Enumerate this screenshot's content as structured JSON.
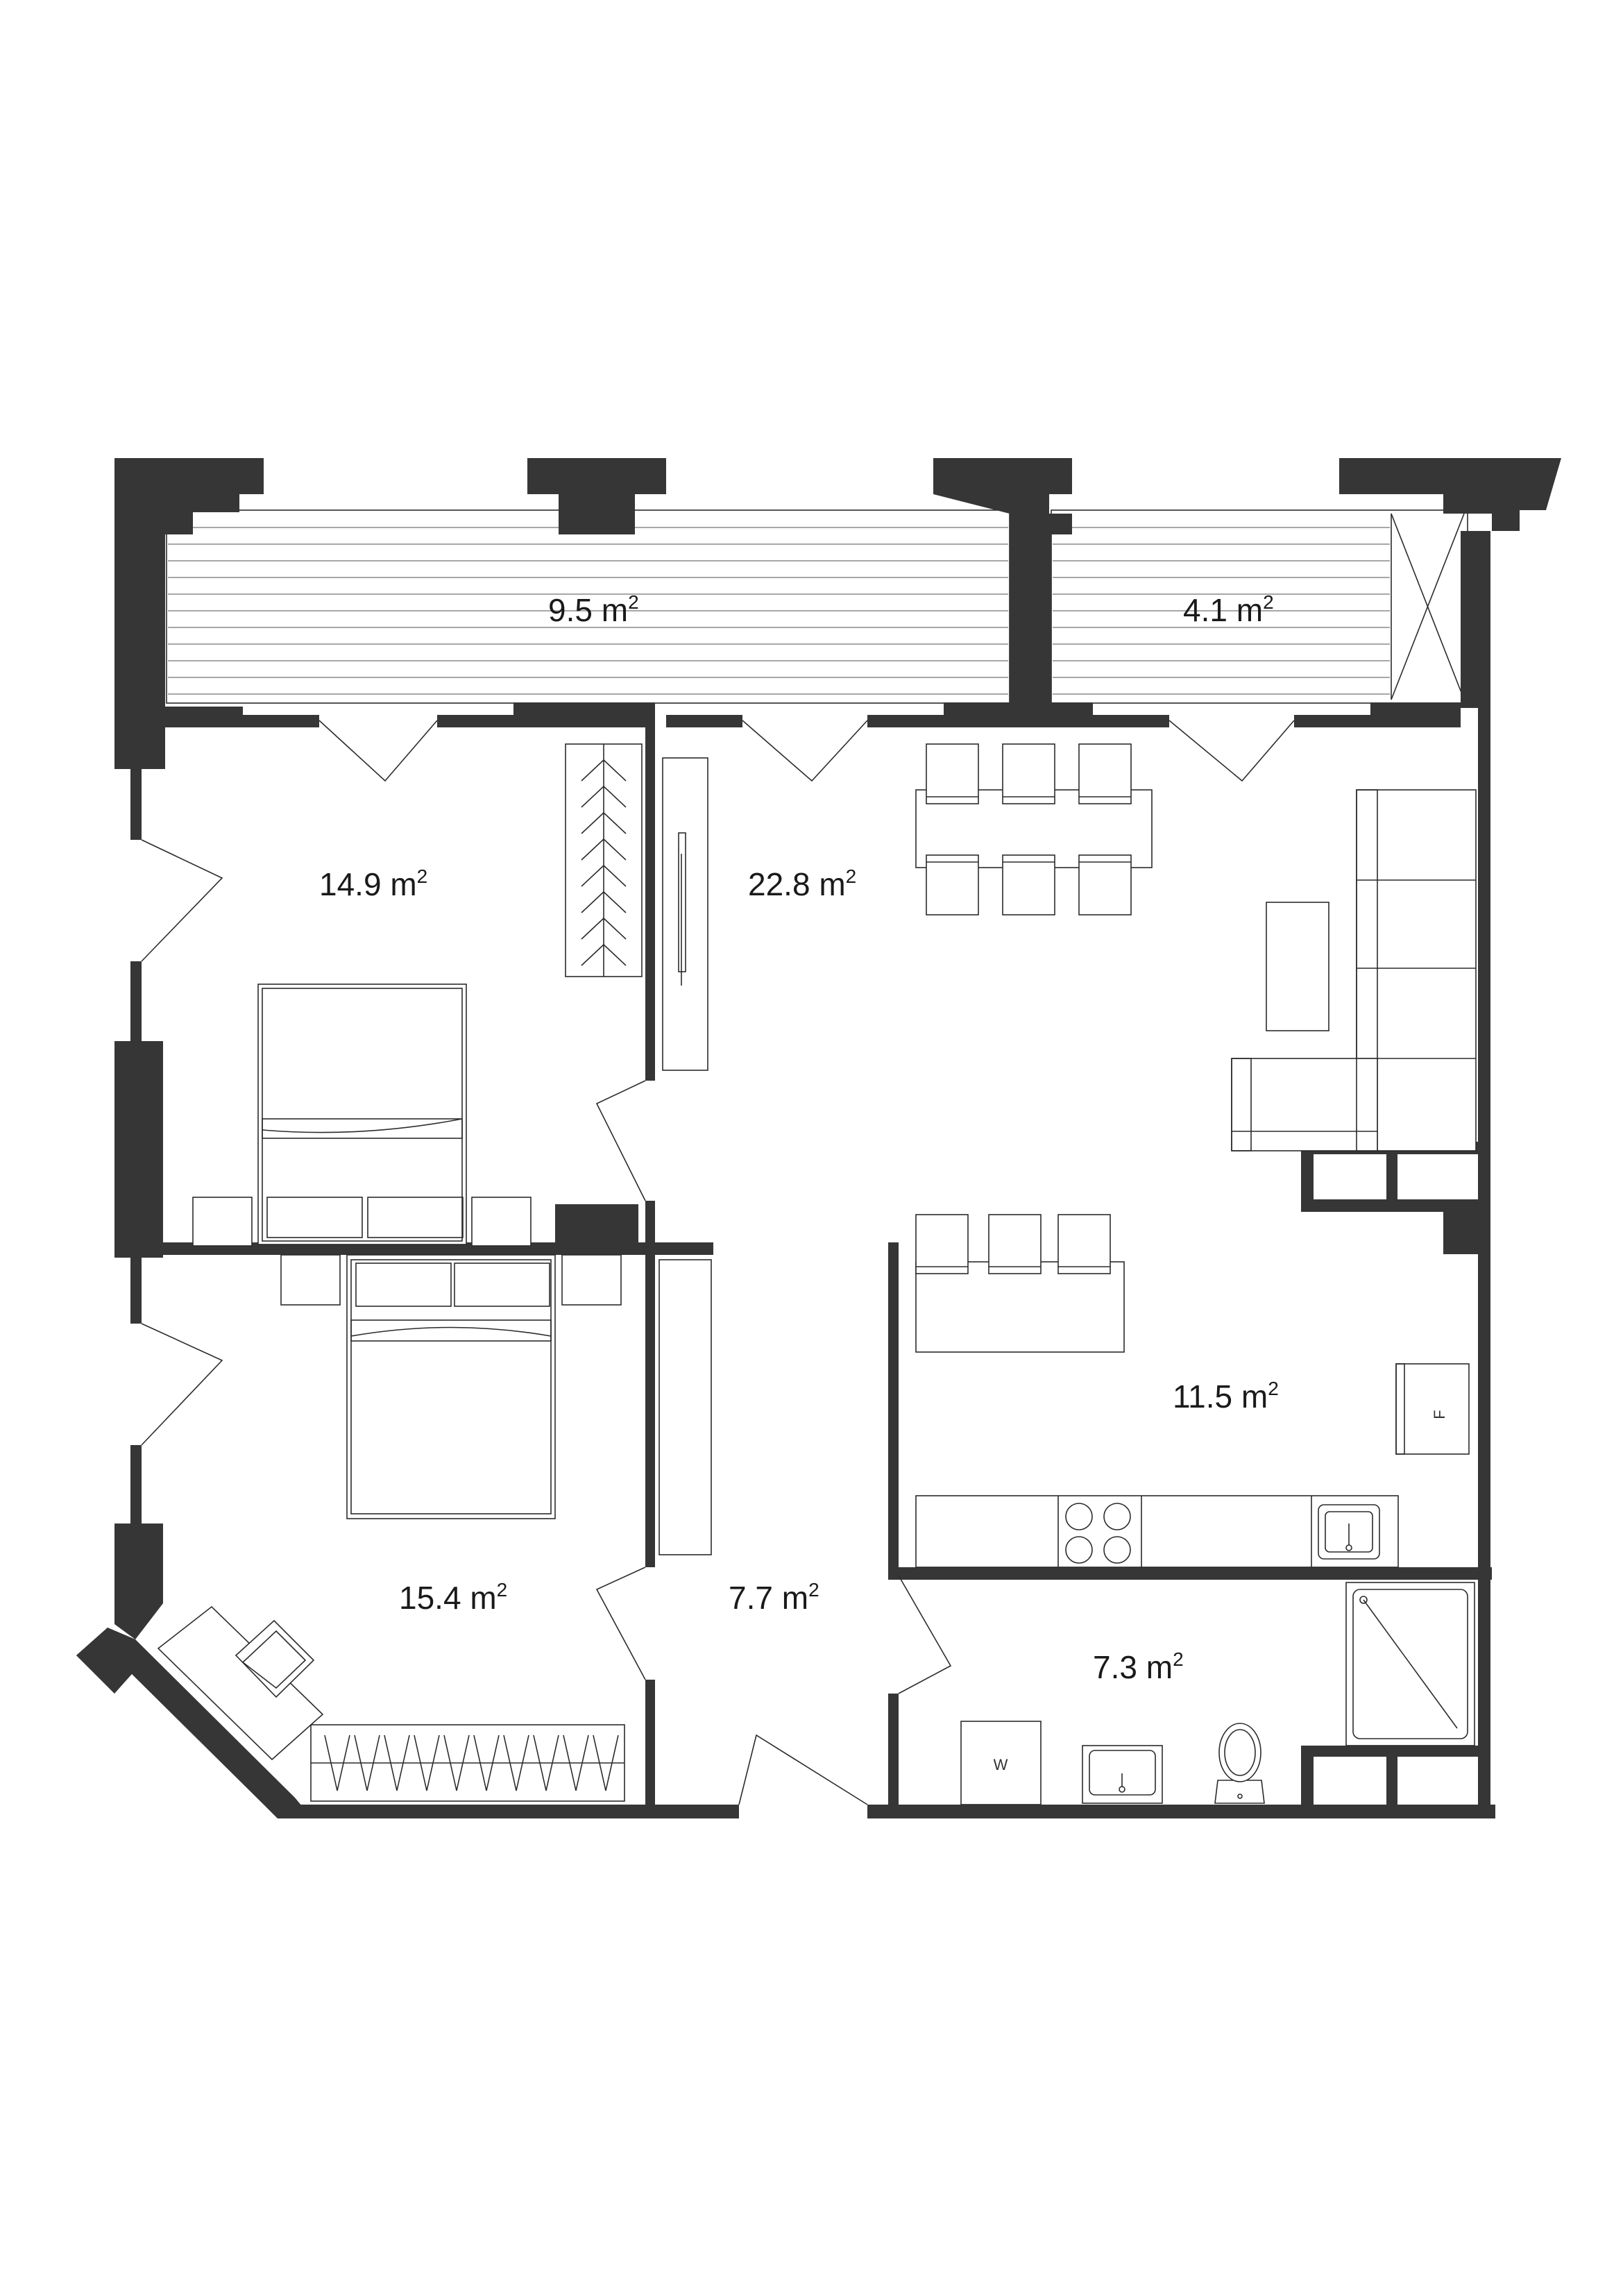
{
  "rooms": [
    {
      "id": "balcony-left",
      "area": "9.5",
      "unit": "m",
      "exp": "2"
    },
    {
      "id": "balcony-right",
      "area": "4.1",
      "unit": "m",
      "exp": "2"
    },
    {
      "id": "bedroom-1",
      "area": "14.9",
      "unit": "m",
      "exp": "2"
    },
    {
      "id": "living-room",
      "area": "22.8",
      "unit": "m",
      "exp": "2"
    },
    {
      "id": "bedroom-2",
      "area": "15.4",
      "unit": "m",
      "exp": "2"
    },
    {
      "id": "hallway",
      "area": "7.7",
      "unit": "m",
      "exp": "2"
    },
    {
      "id": "kitchen",
      "area": "11.5",
      "unit": "m",
      "exp": "2"
    },
    {
      "id": "bathroom",
      "area": "7.3",
      "unit": "m",
      "exp": "2"
    }
  ],
  "appliances": {
    "washer": "W",
    "fridge": "F"
  },
  "colors": {
    "wall": "#363636",
    "line": "#2b2b2b",
    "background": "#ffffff"
  }
}
